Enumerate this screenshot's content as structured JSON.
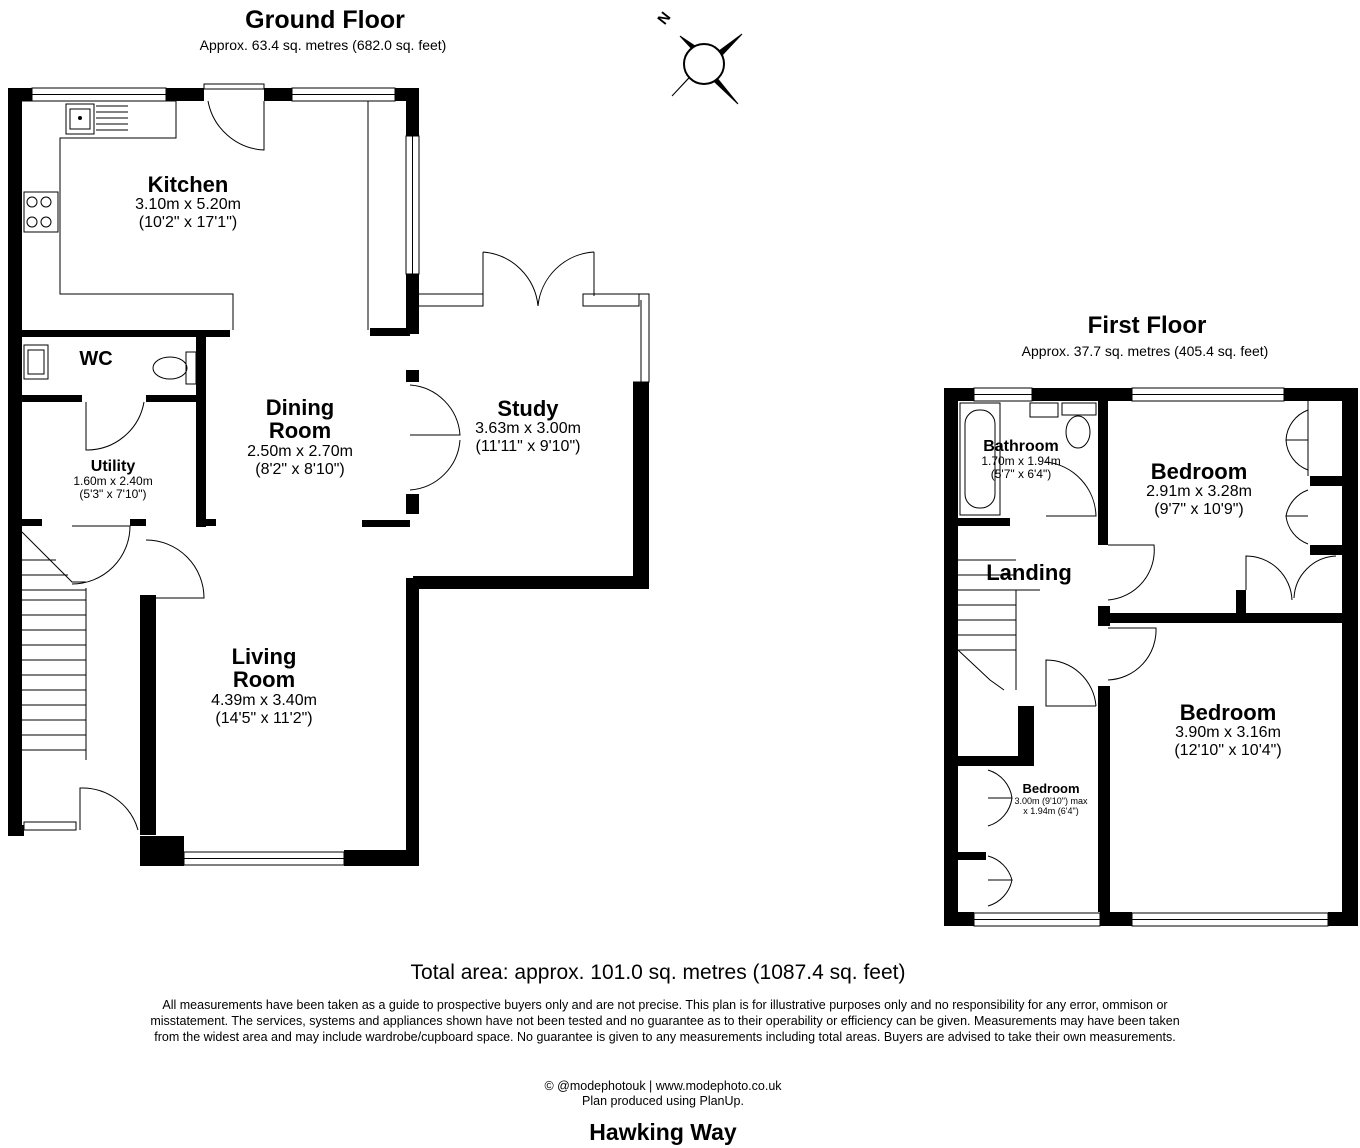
{
  "ground_floor": {
    "title": "Ground Floor",
    "area": "Approx. 63.4 sq. metres (682.0 sq. feet)",
    "rooms": [
      {
        "name": "Kitchen",
        "metric": "3.10m x 5.20m",
        "imperial": "(10'2\" x 17'1\")"
      },
      {
        "name": "WC",
        "metric": "",
        "imperial": ""
      },
      {
        "name": "Utility",
        "metric": "1.60m x 2.40m",
        "imperial": "(5'3\" x 7'10\")"
      },
      {
        "name": "Dining Room",
        "metric": "2.50m x 2.70m",
        "imperial": "(8'2\" x 8'10\")"
      },
      {
        "name": "Study",
        "metric": "3.63m x 3.00m",
        "imperial": "(11'11\" x 9'10\")"
      },
      {
        "name": "Living Room",
        "metric": "4.39m x 3.40m",
        "imperial": "(14'5\" x 11'2\")"
      }
    ]
  },
  "first_floor": {
    "title": "First Floor",
    "area": "Approx. 37.7 sq. metres (405.4 sq. feet)",
    "rooms": [
      {
        "name": "Bathroom",
        "metric": "1.70m x 1.94m",
        "imperial": "(5'7\" x 6'4\")"
      },
      {
        "name": "Bedroom",
        "metric": "2.91m x 3.28m",
        "imperial": "(9'7\" x 10'9\")"
      },
      {
        "name": "Landing",
        "metric": "",
        "imperial": ""
      },
      {
        "name": "Bedroom",
        "metric": "3.90m x 3.16m",
        "imperial": "(12'10\" x 10'4\")"
      },
      {
        "name": "Bedroom",
        "metric": "3.00m (9'10\") max",
        "imperial": "x 1.94m (6'4\")"
      }
    ]
  },
  "compass": {
    "label": "N",
    "icon": "compass-icon"
  },
  "total_area": "Total area: approx. 101.0 sq. metres (1087.4 sq. feet)",
  "disclaimer": "All measurements have been taken as a guide to prospective buyers only and are not precise. This plan is for illustrative purposes only and no responsibility for any error, ommison or misstatement. The services, systems and appliances shown have not been tested and no guarantee as to their operability or efficiency can be given. Measurements may have been taken from the widest area and may include wardrobe/cupboard space. No guarantee is given to any measurements including total areas. Buyers are advised to take their own measurements.",
  "credit_line_1": "© @modephotouk | www.modephoto.co.uk",
  "credit_line_2": "Plan produced using PlanUp.",
  "address": "Hawking Way"
}
